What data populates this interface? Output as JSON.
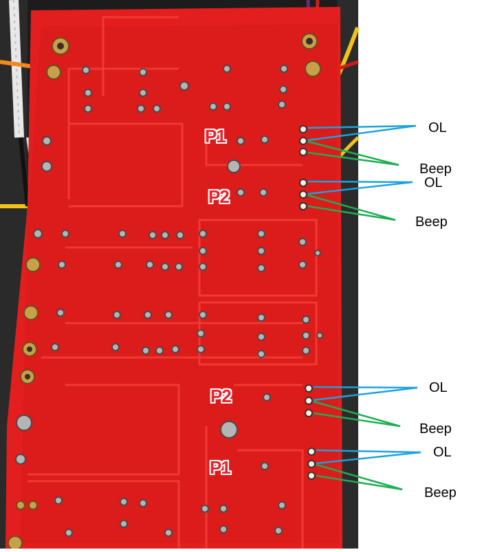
{
  "colors": {
    "board": "#e21e1e",
    "trace": "#f03a30",
    "ol_line": "#1aa3de",
    "beep_line": "#1fae52",
    "pad_label": "#e8242c"
  },
  "annotations": {
    "group1": {
      "pad": "P1",
      "ol": "OL",
      "beep": "Beep"
    },
    "group2": {
      "pad": "P2",
      "ol": "OL",
      "beep": "Beep"
    },
    "group3": {
      "pad": "P2",
      "ol": "OL",
      "beep": "Beep"
    },
    "group4": {
      "pad": "P1",
      "ol": "OL",
      "beep": "Beep"
    }
  }
}
